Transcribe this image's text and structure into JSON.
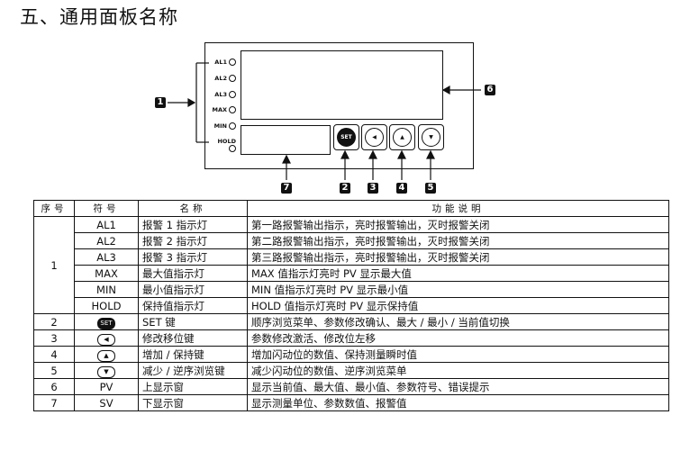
{
  "title": "五、通用面板名称",
  "panel": {
    "leds": [
      "AL1",
      "AL2",
      "AL3",
      "MAX",
      "MIN",
      "HOLD"
    ],
    "keys": [
      {
        "label": "SET",
        "style": "dark"
      },
      {
        "label": "◀",
        "style": "outline"
      },
      {
        "label": "▲",
        "style": "outline"
      },
      {
        "label": "▼",
        "style": "outline"
      }
    ],
    "callouts": [
      "1",
      "6",
      "7",
      "2",
      "3",
      "4",
      "5"
    ]
  },
  "table": {
    "headers": [
      "序号",
      "符号",
      "名称",
      "功能说明"
    ],
    "rows": [
      {
        "no": "1",
        "symbol": "AL1",
        "name": "报警 1 指示灯",
        "desc": "第一路报警输出指示，亮时报警输出，灭时报警关闭"
      },
      {
        "no": "",
        "symbol": "AL2",
        "name": "报警 2 指示灯",
        "desc": "第二路报警输出指示，亮时报警输出，灭时报警关闭"
      },
      {
        "no": "",
        "symbol": "AL3",
        "name": "报警 3 指示灯",
        "desc": "第三路报警输出指示，亮时报警输出，灭时报警关闭"
      },
      {
        "no": "",
        "symbol": "MAX",
        "name": "最大值指示灯",
        "desc": "MAX 值指示灯亮时 PV 显示最大值"
      },
      {
        "no": "",
        "symbol": "MIN",
        "name": "最小值指示灯",
        "desc": "MIN 值指示灯亮时 PV 显示最小值"
      },
      {
        "no": "",
        "symbol": "HOLD",
        "name": "保持值指示灯",
        "desc": "HOLD 值指示灯亮时 PV 显示保持值"
      },
      {
        "no": "2",
        "symbol": "SET",
        "name": "SET 键",
        "desc": "顺序浏览菜单、参数修改确认、最大 / 最小 / 当前值切换"
      },
      {
        "no": "3",
        "symbol": "◀",
        "name": "修改移位键",
        "desc": "参数修改激活、修改位左移"
      },
      {
        "no": "4",
        "symbol": "▲",
        "name": "增加 / 保持键",
        "desc": "增加闪动位的数值、保持测量瞬时值"
      },
      {
        "no": "5",
        "symbol": "▼",
        "name": "减少 / 逆序浏览键",
        "desc": "减少闪动位的数值、逆序浏览菜单"
      },
      {
        "no": "6",
        "symbol": "PV",
        "name": "上显示窗",
        "desc": "显示当前值、最大值、最小值、参数符号、错误提示"
      },
      {
        "no": "7",
        "symbol": "SV",
        "name": "下显示窗",
        "desc": "显示测量单位、参数数值、报警值"
      }
    ]
  }
}
